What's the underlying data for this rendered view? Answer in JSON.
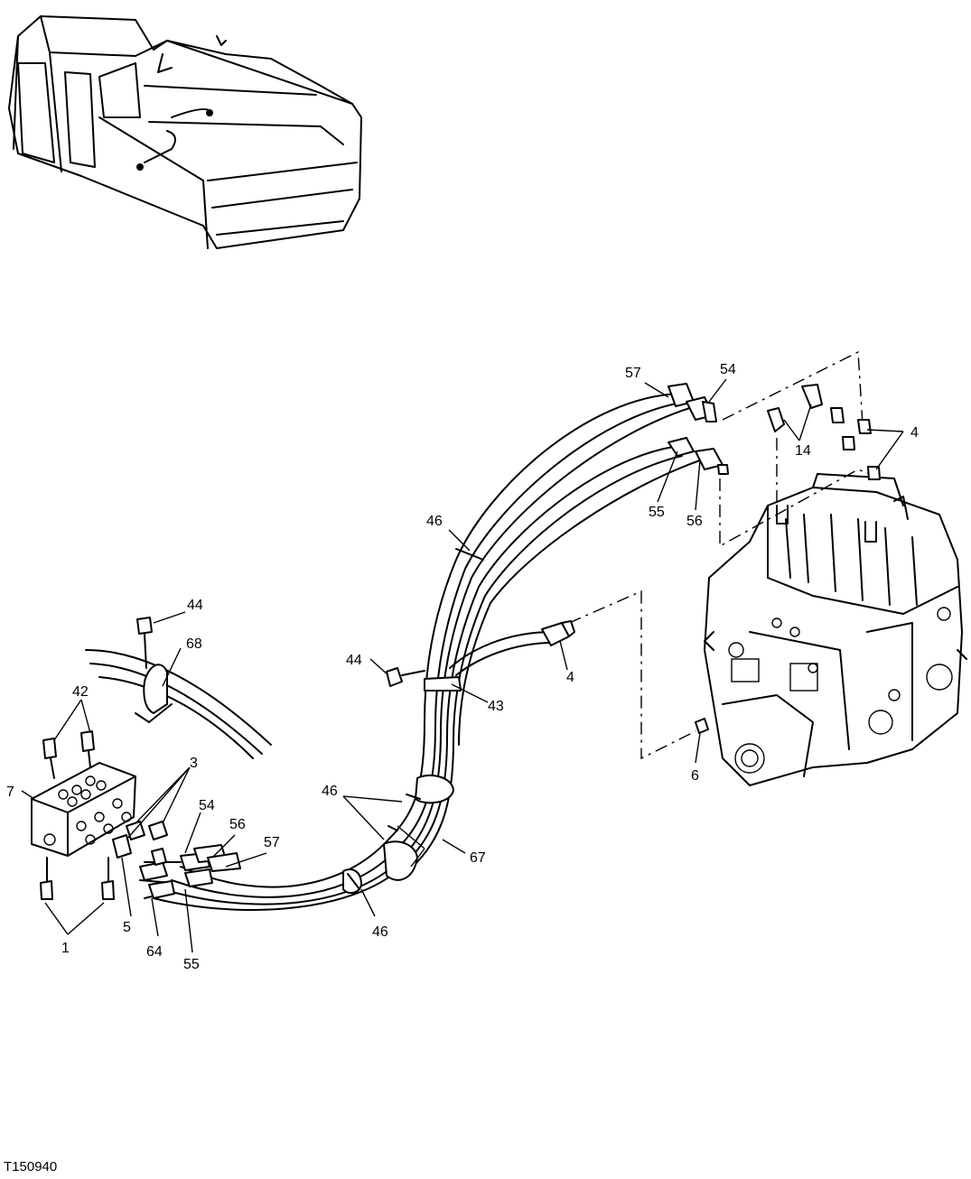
{
  "figure_id": "T150940",
  "callouts": {
    "c1": "1",
    "c3": "3",
    "c4a": "4",
    "c4b": "4",
    "c5": "5",
    "c6": "6",
    "c7": "7",
    "c14": "14",
    "c42": "42",
    "c43": "43",
    "c44a": "44",
    "c44b": "44",
    "c46a": "46",
    "c46b": "46",
    "c46c": "46",
    "c54a": "54",
    "c54b": "54",
    "c55a": "55",
    "c55b": "55",
    "c56a": "56",
    "c56b": "56",
    "c57a": "57",
    "c57b": "57",
    "c64": "64",
    "c67": "67",
    "c68": "68"
  }
}
